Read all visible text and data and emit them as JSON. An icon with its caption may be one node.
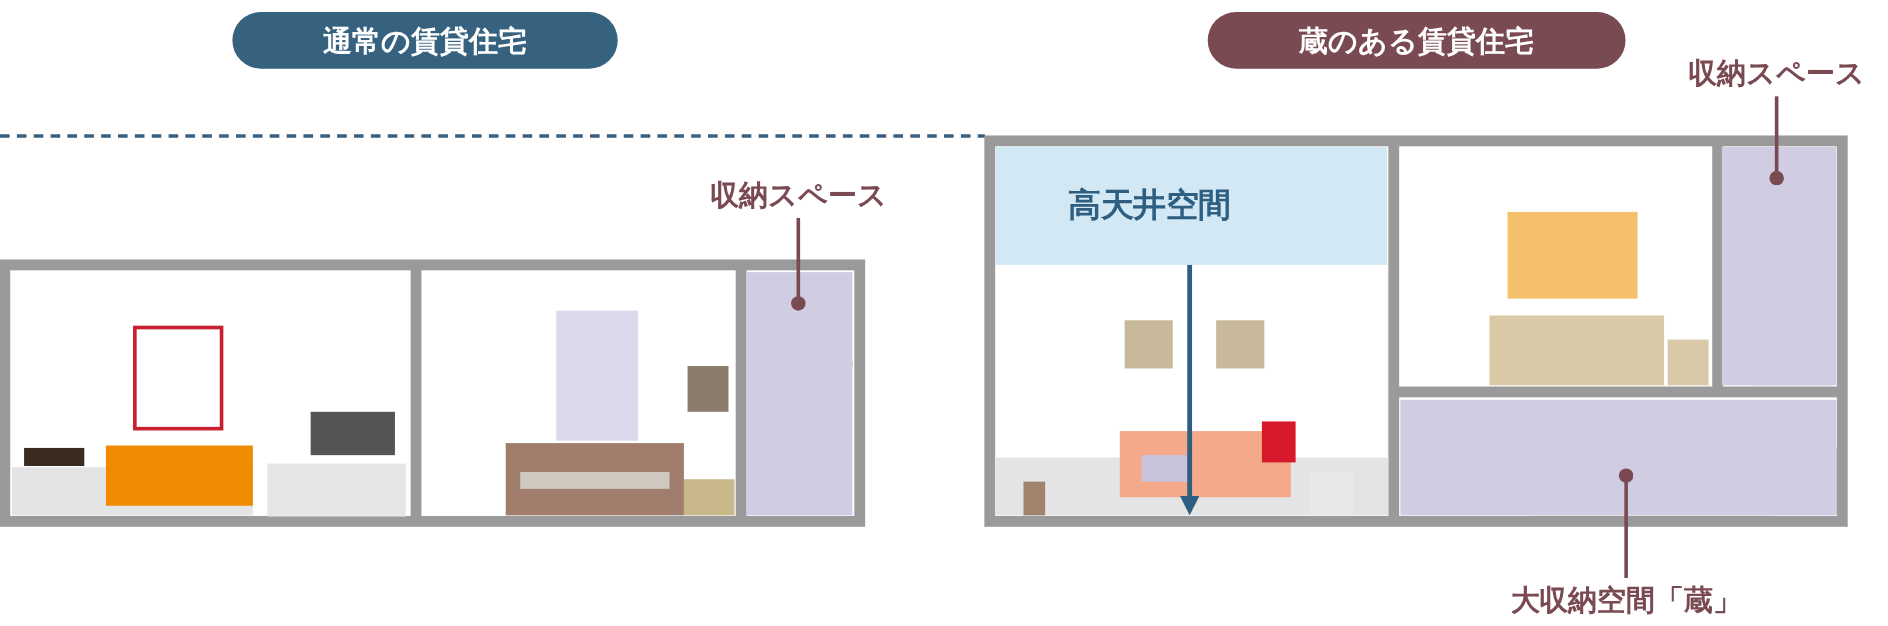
{
  "diagram": {
    "nodes": [
      {
        "text": [
          "通常の賃貸住宅"
        ]
      },
      {
        "text": [
          "蔵のある賃貸住宅"
        ]
      },
      {
        "text": [
          "収納スペース"
        ]
      },
      {
        "text": [],
        "shape": "box"
      },
      {
        "text": [
          "収納スペース"
        ]
      },
      {
        "text": [],
        "shape": "box"
      },
      {
        "text": [
          "高天井空間"
        ]
      },
      {
        "text": [
          "大収納空間「蔵」"
        ]
      },
      {
        "text": [],
        "shape": "box"
      }
    ],
    "edges": [
      {
        "from": 2,
        "to": 3,
        "arrow": "other"
      },
      {
        "from": 4,
        "to": 5,
        "arrow": "other"
      },
      {
        "from": 7,
        "to": 8,
        "arrow": "other"
      }
    ]
  }
}
